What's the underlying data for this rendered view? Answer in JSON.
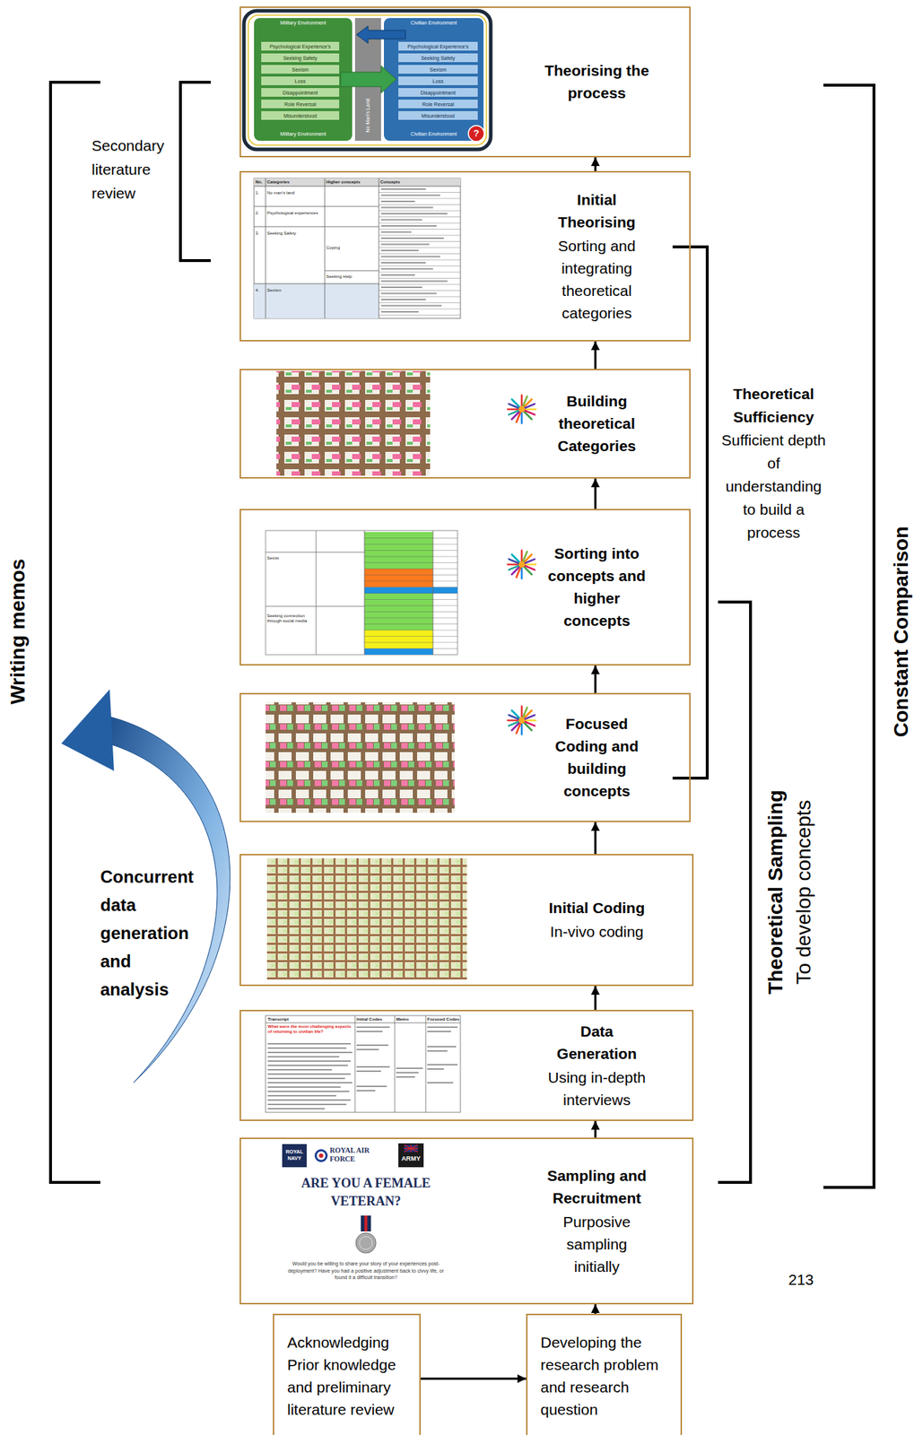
{
  "diagram": {
    "nodes": [
      {
        "text": [
          "Theorising the process"
        ]
      },
      {
        "text": [
          "Initial Theorising",
          "Sorting and integrating theoretical categories"
        ]
      },
      {
        "text": [
          "Building theoretical Categories"
        ]
      },
      {
        "text": [
          "Sorting into concepts and higher concepts"
        ]
      },
      {
        "text": [
          "Focused Coding and building concepts"
        ]
      },
      {
        "text": [
          "Initial Coding",
          "In-vivo coding"
        ]
      },
      {
        "text": [
          "Data Generation",
          "Using in-depth interviews"
        ]
      },
      {
        "text": [
          "Sampling and Recruitment",
          "Purposive sampling initially"
        ]
      },
      {
        "text": [
          "Acknowledging Prior knowledge and preliminary literature review"
        ]
      },
      {
        "text": [
          "Developing the research problem and research question"
        ]
      }
    ],
    "edges": [
      {
        "from": 8,
        "to": 9,
        "arrow": "to"
      },
      {
        "from": 9,
        "to": 7,
        "arrow": "to"
      },
      {
        "from": 7,
        "to": 6,
        "arrow": "to"
      },
      {
        "from": 6,
        "to": 5,
        "arrow": "to"
      },
      {
        "from": 5,
        "to": 4,
        "arrow": "to"
      },
      {
        "from": 4,
        "to": 3,
        "arrow": "to"
      },
      {
        "from": 3,
        "to": 2,
        "arrow": "to"
      },
      {
        "from": 2,
        "to": 1,
        "arrow": "to"
      },
      {
        "from": 1,
        "to": 0,
        "arrow": "to"
      }
    ],
    "labels": [
      "Writing memos",
      "Secondary literature review",
      "Theoretical Sufficiency",
      "Sufficient depth of understanding to build a process",
      "Theoretical Sampling",
      "To develop concepts",
      "Constant Comparison",
      "Concurrent data generation and analysis",
      "213",
      "Military Environment",
      "Civilian Environment",
      "Psychological Experience's",
      "Seeking Safety",
      "Sexism",
      "Loss",
      "Disappointment",
      "Role Reversal",
      "Misunderstood",
      "Military Environment",
      "No Man's Land",
      "Psychological Experience's",
      "Seeking Safety",
      "Sexism",
      "Loss",
      "Disappointment",
      "Role Reversal",
      "Misunderstood",
      "Civilian Environment",
      "?",
      "No.",
      "Categories",
      "Higher concepts",
      "Concepts",
      "1.",
      "No man's land",
      "2.",
      "Psychological experiences",
      "3.",
      "Seeking Safety",
      "Coping",
      "Seeking Help",
      "4.",
      "Sexism",
      "Sexist",
      "Seeking connection through social media",
      "Transcript",
      "Initial Codes",
      "Memo",
      "Focused Codes",
      "What were the most challenging aspects of returning to civilian life?",
      "ROYAL NAVY",
      "ROYAL AIR FORCE",
      "ARMY",
      "ARE YOU A FEMALE VETERAN?",
      "Would you be willing to share your story of your experiences post-deployment? Have you had a positive adjustment back to civvy life, or found it a difficult transition?"
    ]
  }
}
